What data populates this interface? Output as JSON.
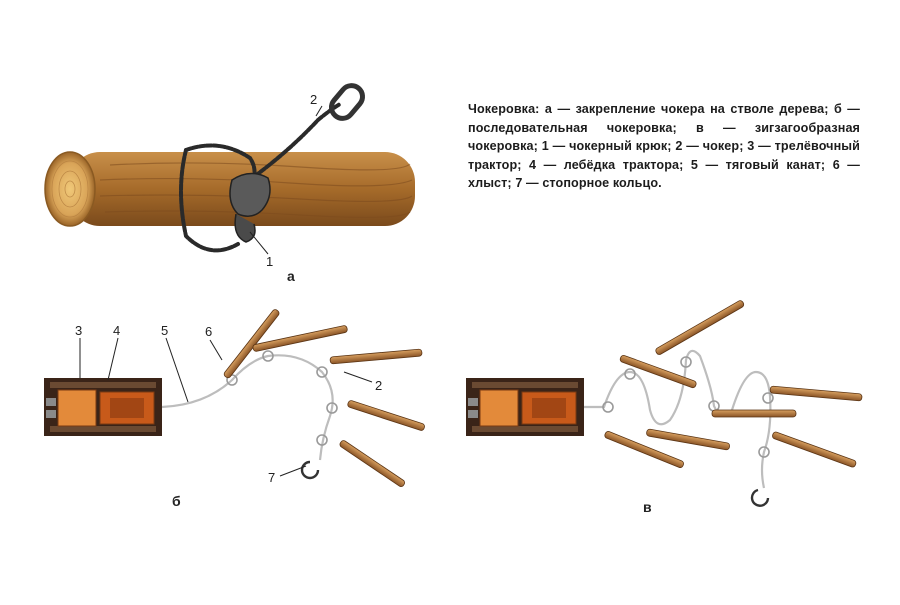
{
  "caption": {
    "heading": "Чокеровка:",
    "text": " а — закрепление чокера на стволе дерева; б — последовательная чокеровка; в — зигзагообразная чокеровка; 1 — чокерный крюк; 2 — чокер; 3 — трелёвочный трактор; 4 — лебёдка трактора; 5 — тяговый канат; 6 — хлыст; 7 — стопорное кольцо."
  },
  "panels": {
    "a": "а",
    "b": "б",
    "v": "в"
  },
  "labels": {
    "a_hook": "1",
    "a_choker": "2",
    "b_tractor": "3",
    "b_winch": "4",
    "b_cable": "5",
    "b_log": "6",
    "b_choker": "2",
    "b_ring": "7"
  },
  "colors": {
    "log_wood": "#b07a35",
    "log_end": "#e0b060",
    "tractor_body": "#c0621e",
    "tractor_track": "#3a2418",
    "cable": "#cfcfcf",
    "rope": "#2c2c2c"
  }
}
